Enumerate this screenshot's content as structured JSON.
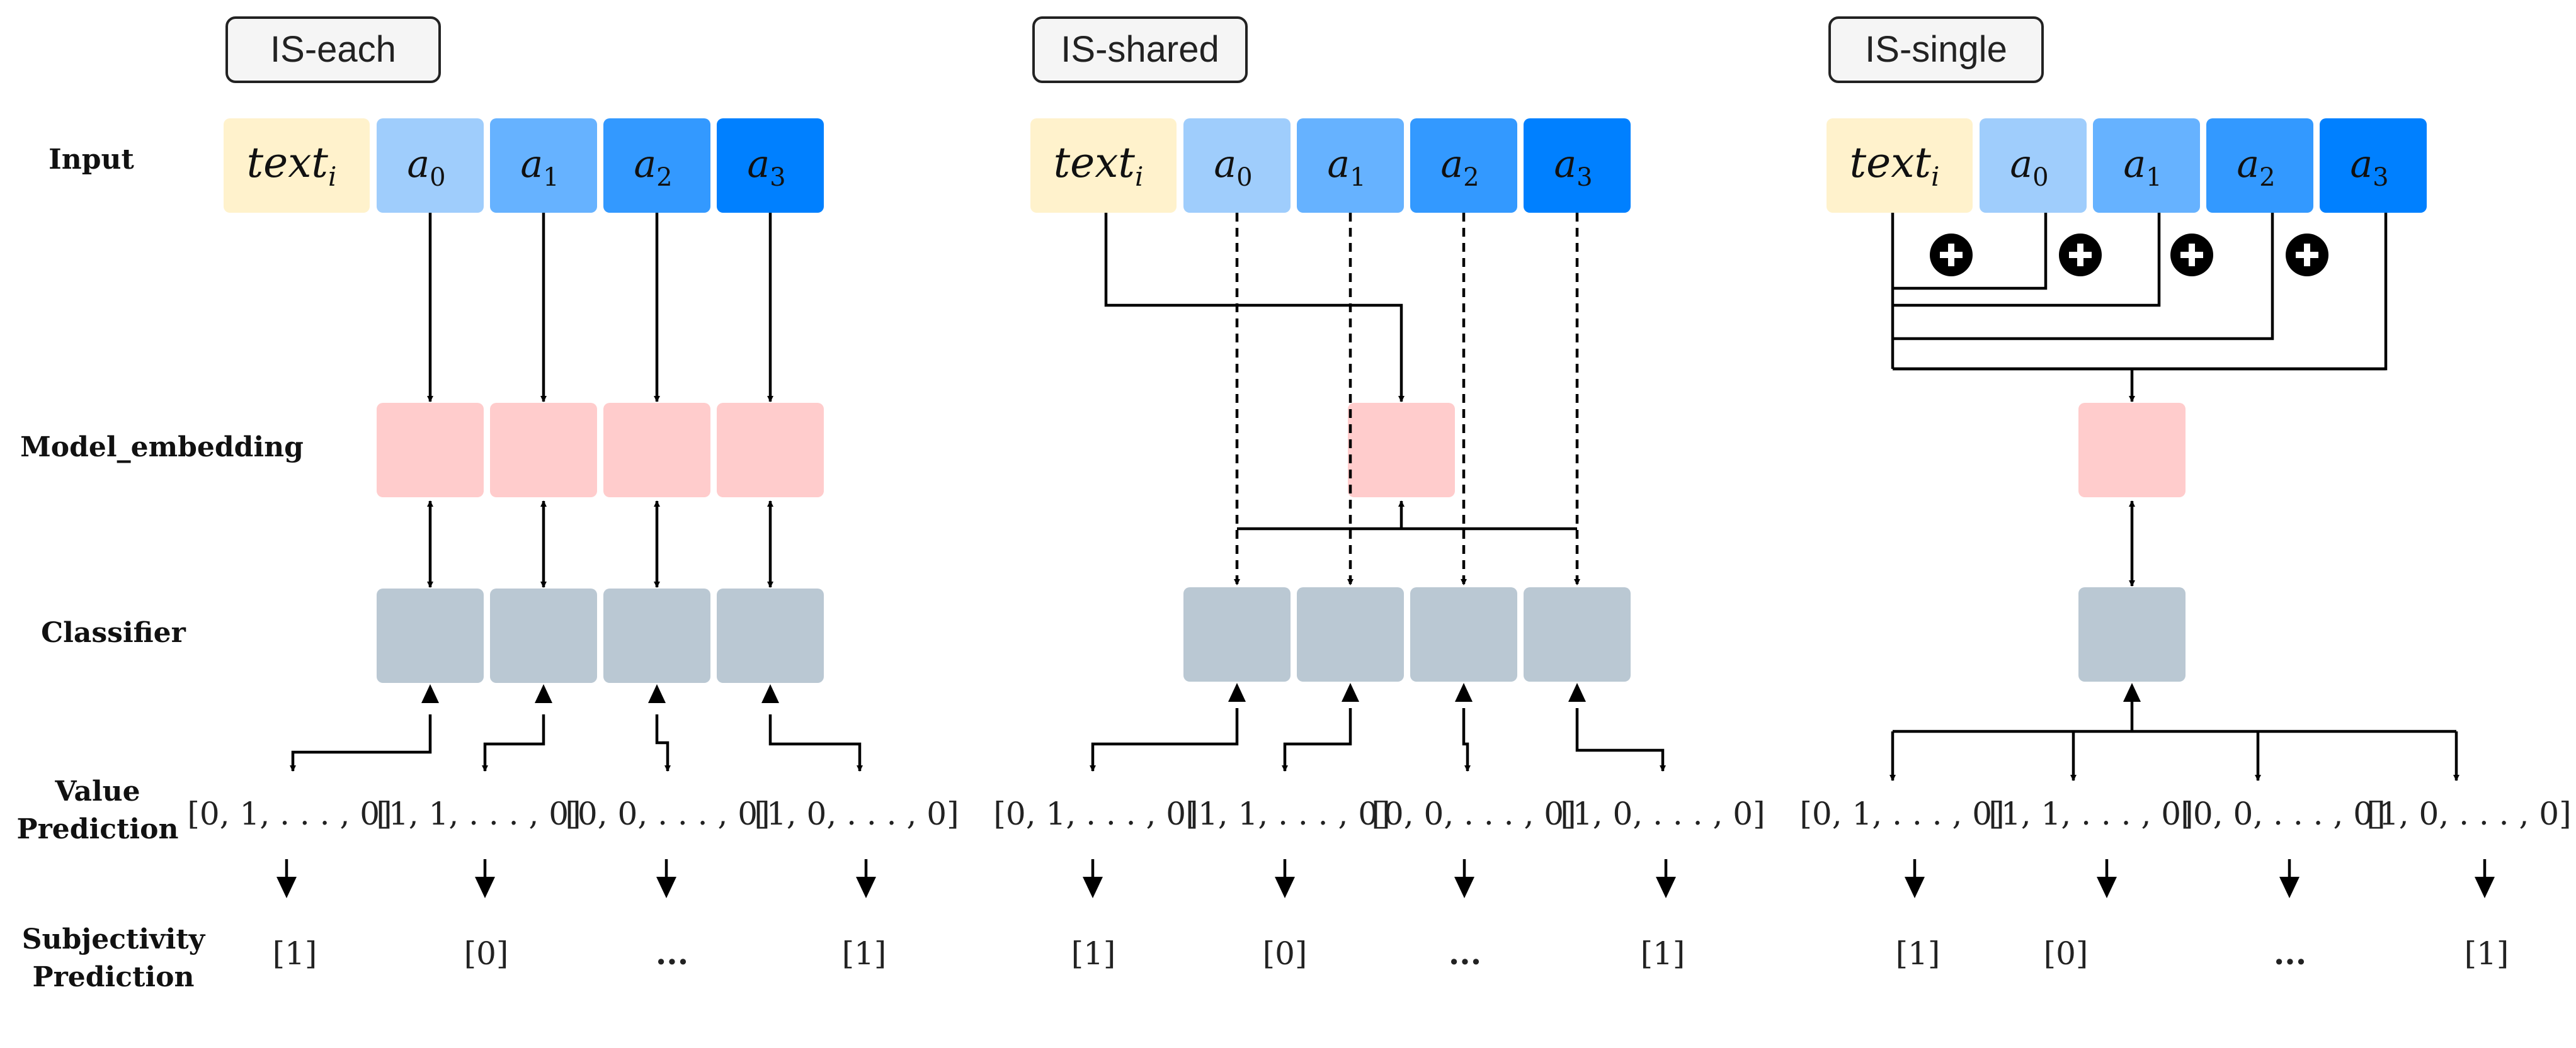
{
  "row_labels": {
    "input": "Input",
    "model_embedding": "Model_embedding",
    "classifier": "Classifier",
    "value_line1": "Value",
    "value_line2": "Prediction",
    "subj_line1": "Subjectivity",
    "subj_line2": "Prediction"
  },
  "colors": {
    "text_token": "#fff2cc",
    "a0": "#9fcdfc",
    "a1": "#66b2ff",
    "a2": "#3399ff",
    "a3": "#0080ff",
    "embedding": "#ffcccc",
    "classifier": "#bac8d3",
    "title_box": "#f5f5f5",
    "line": "#000000"
  },
  "panels": [
    {
      "id": "is-each",
      "title": "IS-each",
      "tokens": {
        "text": "text",
        "text_sub": "i",
        "a": "a",
        "subs": [
          "0",
          "1",
          "2",
          "3"
        ]
      },
      "value_predictions": [
        "[0, 1, . . . , 0]",
        "[1, 1, . . . , 0]",
        "[0, 0, . . . , 0]",
        "[1, 0, . . . , 0]"
      ],
      "subjectivity_predictions": [
        "[1]",
        "[0]",
        "...",
        "[1]"
      ]
    },
    {
      "id": "is-shared",
      "title": "IS-shared",
      "tokens": {
        "text": "text",
        "text_sub": "i",
        "a": "a",
        "subs": [
          "0",
          "1",
          "2",
          "3"
        ]
      },
      "value_predictions": [
        "[0, 1, . . . , 0]",
        "[1, 1, . . . , 0]",
        "[0, 0, . . . , 0]",
        "[1, 0, . . . , 0]"
      ],
      "subjectivity_predictions": [
        "[1]",
        "[0]",
        "...",
        "[1]"
      ]
    },
    {
      "id": "is-single",
      "title": "IS-single",
      "tokens": {
        "text": "text",
        "text_sub": "i",
        "a": "a",
        "subs": [
          "0",
          "1",
          "2",
          "3"
        ]
      },
      "value_predictions": [
        "[0, 1, . . . , 0]",
        "[1, 1, . . . , 0]",
        "[0, 0, . . . , 0]",
        "[1, 0, . . . , 0]"
      ],
      "subjectivity_predictions": [
        "[1]",
        "[0]",
        "...",
        "[1]"
      ]
    }
  ]
}
